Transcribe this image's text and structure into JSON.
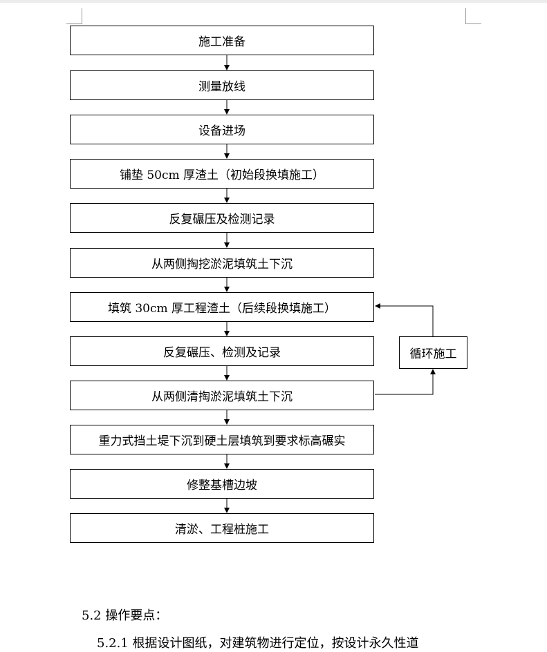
{
  "flowchart": {
    "steps": [
      "施工准备",
      "测量放线",
      "设备进场",
      "铺垫 50cm 厚渣土（初始段换填施工）",
      "反复碾压及检测记录",
      "从两侧掏挖淤泥填筑土下沉",
      "填筑 30cm 厚工程渣土（后续段换填施工）",
      "反复碾压、检测及记录",
      "从两侧清掏淤泥填筑土下沉",
      "重力式挡土堤下沉到硬土层填筑到要求标高碾实",
      "修整基槽边坡",
      "清淤、工程桩施工"
    ],
    "loop_label": "循环施工"
  },
  "text": {
    "section_heading": "5.2  操作要点：",
    "paragraph_start": "5.2.1 根据设计图纸，对建筑物进行定位，按设计永久性道"
  }
}
